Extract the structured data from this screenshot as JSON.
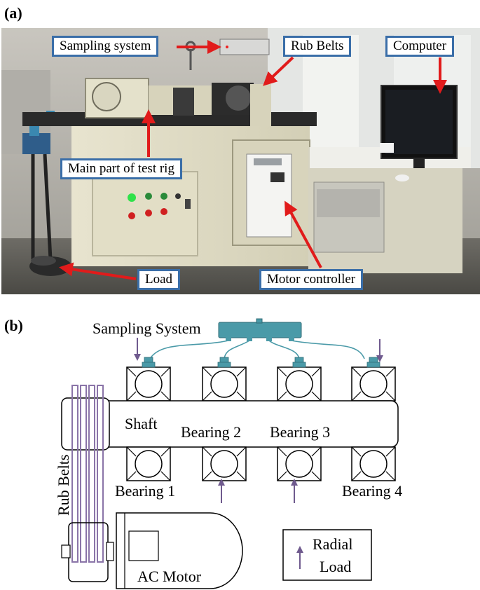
{
  "panel_a": {
    "label": "(a)",
    "callouts": {
      "sampling_system": "Sampling system",
      "rub_belts": "Rub Belts",
      "computer": "Computer",
      "main_part": "Main part of test rig",
      "load": "Load",
      "motor_controller": "Motor controller"
    }
  },
  "panel_b": {
    "label": "(b)",
    "sampling_system": "Sampling System",
    "shaft": "Shaft",
    "bearing_1": "Bearing 1",
    "bearing_2": "Bearing 2",
    "bearing_3": "Bearing 3",
    "bearing_4": "Bearing 4",
    "rub_belts": "Rub Belts",
    "ac_motor": "AC Motor",
    "legend_line1": "Radial",
    "legend_line2": "Load"
  },
  "colors": {
    "callout_border": "#3a6ea8",
    "arrow_red": "#e11b1b",
    "sensor_teal": "#4a9aa8",
    "load_arrow_purple": "#6f5a8e",
    "belt_purple": "#8a74a8"
  }
}
